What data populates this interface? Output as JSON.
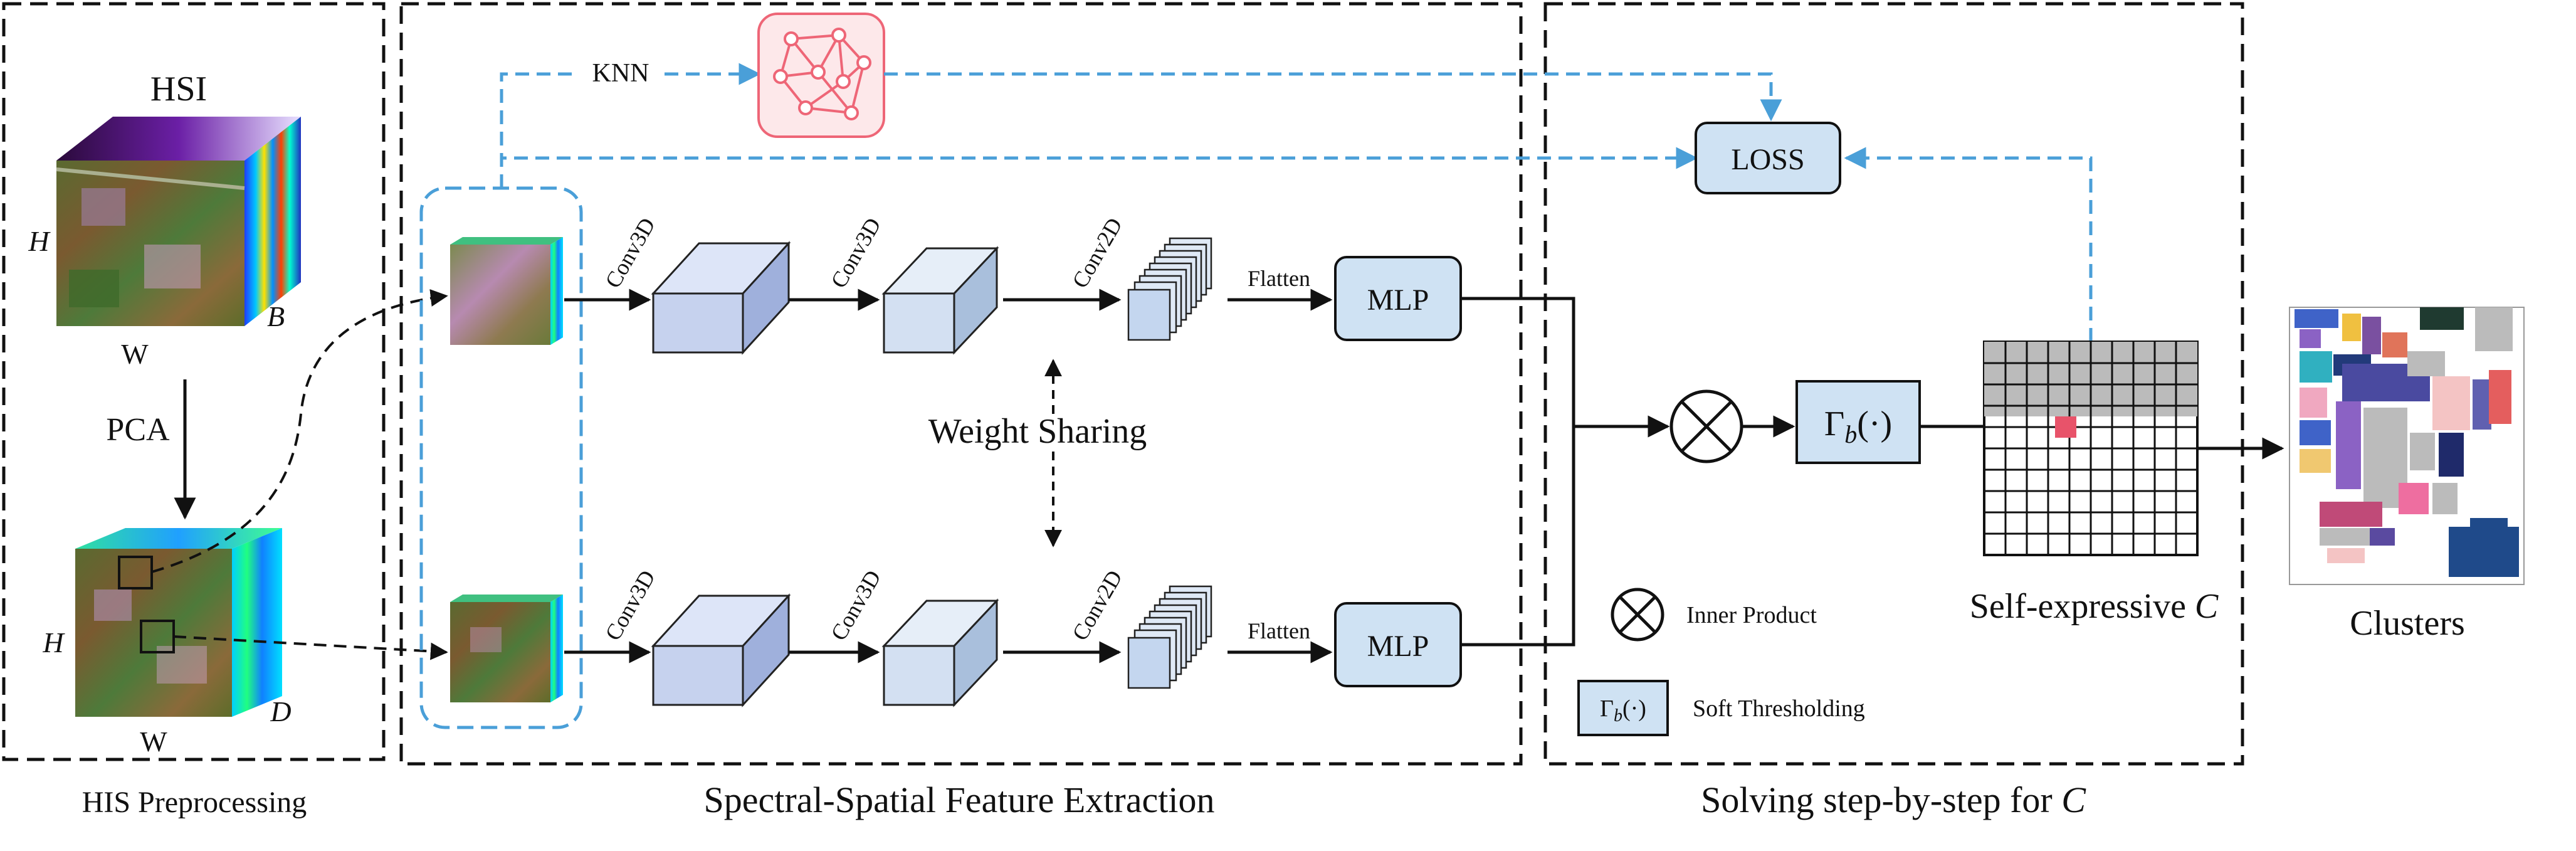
{
  "sections": {
    "preprocessing": "HIS Preprocessing",
    "extraction": "Spectral-Spatial Feature Extraction",
    "solving_prefix": "Solving step-by-step for",
    "solving_var": "C"
  },
  "cube_labels": {
    "hsi_title": "HSI",
    "h": "H",
    "w": "W",
    "b": "B",
    "d": "D",
    "pca": "PCA"
  },
  "network": {
    "knn": "KNN",
    "conv3d": "Conv3D",
    "conv2d": "Conv2D",
    "flatten": "Flatten",
    "mlp": "MLP",
    "weight_sharing": "Weight Sharing",
    "loss": "LOSS",
    "gamma": "Γ",
    "gamma_sub": "b",
    "gamma_arg": "(·)"
  },
  "solver": {
    "self_expressive": "Self-expressive",
    "c_var": "C",
    "clusters": "Clusters"
  },
  "legend": {
    "inner_product": "Inner Product",
    "soft_thresholding": "Soft Thresholding"
  },
  "colors": {
    "dashed_blue": "#4a9fd8",
    "box_fill": "#cfe2f3",
    "cube_fill": "#c6d2ee",
    "gray_cell": "#bbbbbb",
    "highlight_cell": "#e8536a",
    "graph_icon": "#ee6677"
  },
  "icons": {
    "graph": "graph-network-icon",
    "product": "circled-times-icon"
  }
}
